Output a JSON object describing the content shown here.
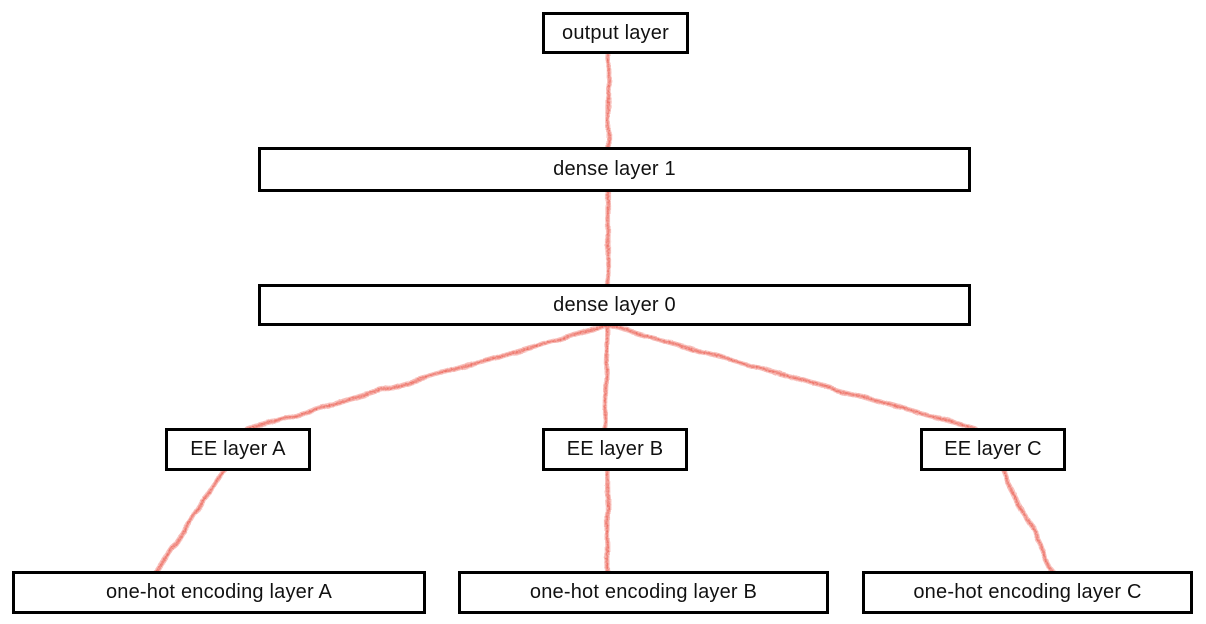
{
  "diagram": {
    "type": "neural-network-architecture",
    "edge_color": "#ec6a5f",
    "box_border_color": "#000000",
    "box_fill_color": "#ffffff",
    "text_color": "#111111",
    "nodes": [
      {
        "id": "output",
        "label": "output layer"
      },
      {
        "id": "dense1",
        "label": "dense layer 1"
      },
      {
        "id": "dense0",
        "label": "dense layer 0"
      },
      {
        "id": "eeA",
        "label": "EE layer A"
      },
      {
        "id": "eeB",
        "label": "EE layer B"
      },
      {
        "id": "eeC",
        "label": "EE layer C"
      },
      {
        "id": "onehotA",
        "label": "one-hot encoding layer A"
      },
      {
        "id": "onehotB",
        "label": "one-hot encoding layer B"
      },
      {
        "id": "onehotC",
        "label": "one-hot encoding layer C"
      }
    ],
    "edges": [
      {
        "from": "output",
        "to": "dense1"
      },
      {
        "from": "dense1",
        "to": "dense0"
      },
      {
        "from": "dense0",
        "to": "eeA"
      },
      {
        "from": "dense0",
        "to": "eeB"
      },
      {
        "from": "dense0",
        "to": "eeC"
      },
      {
        "from": "eeA",
        "to": "onehotA"
      },
      {
        "from": "eeB",
        "to": "onehotB"
      },
      {
        "from": "eeC",
        "to": "onehotC"
      }
    ]
  }
}
